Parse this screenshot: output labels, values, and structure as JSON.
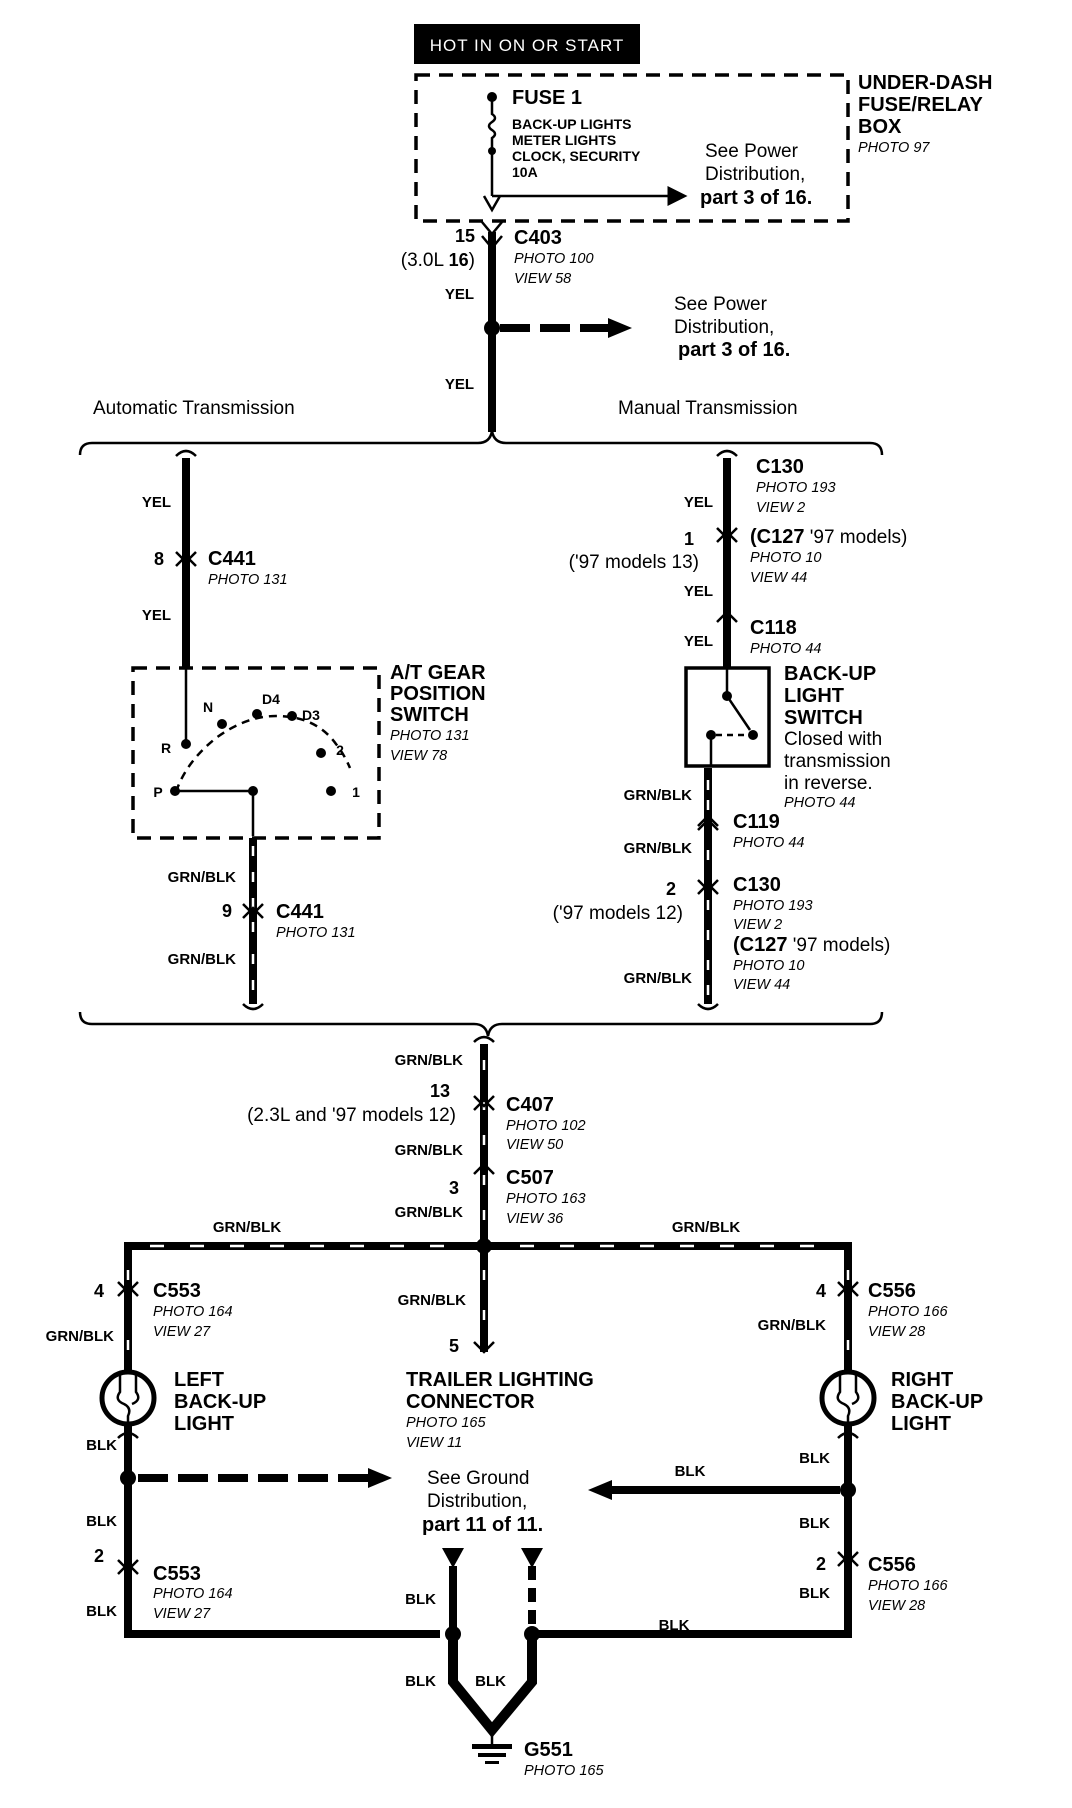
{
  "header": {
    "hot_label": "HOT IN ON OR START"
  },
  "fusebox": {
    "fuse_name": "FUSE 1",
    "fuse_circuits": [
      "BACK-UP LIGHTS",
      "METER LIGHTS",
      "CLOCK, SECURITY",
      "10A"
    ],
    "box_name": [
      "UNDER-DASH",
      "FUSE/RELAY",
      "BOX"
    ],
    "box_photo": "PHOTO 97",
    "see_power_1": [
      "See Power",
      "Distribution,",
      "part 3 of 16."
    ]
  },
  "c403": {
    "pin": "15",
    "pin_alt_pre": "(3.0L ",
    "pin_alt_num": "16",
    "pin_alt_post": ")",
    "name": "C403",
    "photo": "PHOTO 100",
    "view": "VIEW 58"
  },
  "see_power_2": [
    "See Power",
    "Distribution,",
    "part 3 of 16."
  ],
  "wire_colors": {
    "yel": "YEL",
    "grn_blk": "GRN/BLK",
    "blk": "BLK"
  },
  "branches": {
    "automatic": "Automatic Transmission",
    "manual": "Manual Transmission"
  },
  "automatic": {
    "c441_top": {
      "pin": "8",
      "name": "C441",
      "photo": "PHOTO 131"
    },
    "switch": {
      "name": [
        "A/T GEAR",
        "POSITION",
        "SWITCH"
      ],
      "photo": "PHOTO 131",
      "view": "VIEW 78",
      "positions": [
        "P",
        "R",
        "N",
        "D4",
        "D3",
        "2",
        "1"
      ]
    },
    "c441_bottom": {
      "pin": "9",
      "name": "C441",
      "photo": "PHOTO 131"
    }
  },
  "manual": {
    "c130_top": {
      "name": "C130",
      "photo": "PHOTO 193",
      "view": "VIEW 2"
    },
    "c127_top": {
      "pin": "1",
      "alt": "('97 models 13)",
      "name_bold": "(C127",
      "name_rest": " '97 models)",
      "photo": "PHOTO 10",
      "view": "VIEW 44"
    },
    "c118": {
      "name": "C118",
      "photo": "PHOTO 44"
    },
    "switch": {
      "name": [
        "BACK-UP",
        "LIGHT",
        "SWITCH"
      ],
      "desc": [
        "Closed with",
        "transmission",
        "in reverse."
      ],
      "photo": "PHOTO 44"
    },
    "c119": {
      "name": "C119",
      "photo": "PHOTO 44"
    },
    "c130_bottom": {
      "pin": "2",
      "alt": "('97 models 12)",
      "name": "C130",
      "photo": "PHOTO 193",
      "view": "VIEW 2"
    },
    "c127_bottom": {
      "name_bold": "(C127",
      "name_rest": " '97 models)",
      "photo": "PHOTO 10",
      "view": "VIEW 44"
    }
  },
  "c407": {
    "pin": "13",
    "alt": "(2.3L and '97 models 12)",
    "name": "C407",
    "photo": "PHOTO 102",
    "view": "VIEW 50"
  },
  "c507": {
    "pin": "3",
    "name": "C507",
    "photo": "PHOTO 163",
    "view": "VIEW 36"
  },
  "left": {
    "c553_top": {
      "pin": "4",
      "name": "C553",
      "photo": "PHOTO 164",
      "view": "VIEW 27"
    },
    "light": [
      "LEFT",
      "BACK-UP",
      "LIGHT"
    ],
    "c553_bottom": {
      "pin": "2",
      "name": "C553",
      "photo": "PHOTO 164",
      "view": "VIEW 27"
    }
  },
  "right": {
    "c556_top": {
      "pin": "4",
      "name": "C556",
      "photo": "PHOTO 166",
      "view": "VIEW 28"
    },
    "light": [
      "RIGHT",
      "BACK-UP",
      "LIGHT"
    ],
    "c556_bottom": {
      "pin": "2",
      "name": "C556",
      "photo": "PHOTO 166",
      "view": "VIEW 28"
    }
  },
  "trailer": {
    "pin": "5",
    "name": [
      "TRAILER LIGHTING",
      "CONNECTOR"
    ],
    "photo": "PHOTO 165",
    "view": "VIEW 11"
  },
  "see_ground": [
    "See Ground",
    "Distribution,",
    "part 11 of 11."
  ],
  "ground": {
    "name": "G551",
    "photo": "PHOTO 165"
  }
}
